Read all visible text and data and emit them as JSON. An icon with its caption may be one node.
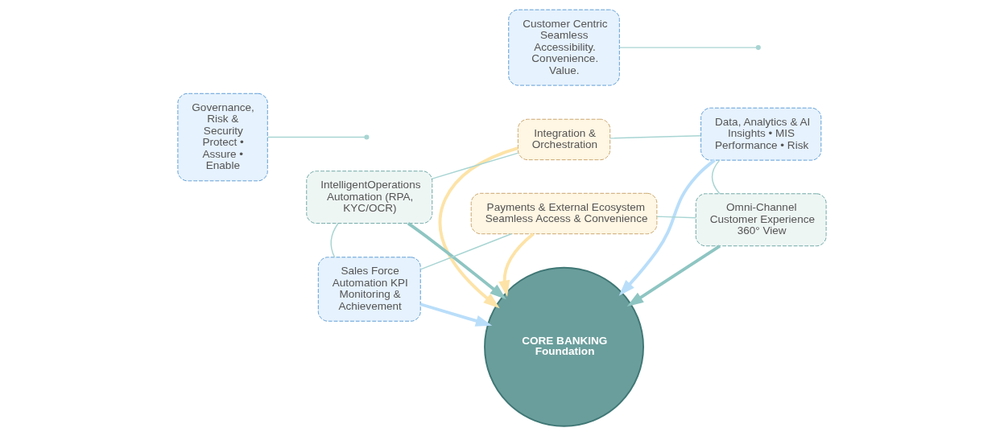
{
  "diagram": {
    "nodes": [
      {
        "text": [
          "Integration & Orchestration"
        ]
      },
      {
        "text": [
          "IntelligentOperations Automation (RPA, KYC/OCR)"
        ]
      },
      {
        "text": [
          "Data, Analytics & AI Insights • MIS Performance • Risk"
        ]
      },
      {
        "text": [
          "Governance, Risk & Security",
          "Protect • Assure • Enable"
        ]
      },
      {
        "text": [
          "CORE BANKING Foundation"
        ]
      },
      {
        "text": [
          "Customer Centric",
          "Seamless Accessibility. Convenience. Value."
        ]
      },
      {
        "text": [
          "Sales Force Automation KPI Monitoring & Achievement"
        ]
      },
      {
        "text": [
          "Omni-Channel Customer Experience 360° View"
        ]
      },
      {
        "text": [
          "Payments & External Ecosystem Seamless Access & Convenience"
        ]
      }
    ],
    "edges": [
      {
        "from": 1,
        "to": 0,
        "arrow": "none"
      },
      {
        "from": 0,
        "to": 2,
        "arrow": "none"
      },
      {
        "from": 1,
        "to": 6,
        "arrow": "none"
      },
      {
        "from": 2,
        "to": 7,
        "arrow": "none"
      },
      {
        "from": 6,
        "to": 8,
        "arrow": "none"
      },
      {
        "from": 8,
        "to": 7,
        "arrow": "none"
      },
      {
        "from": 3,
        "to": null,
        "arrow": "other"
      },
      {
        "from": 5,
        "to": null,
        "arrow": "other"
      },
      {
        "from": 0,
        "to": 4,
        "arrow": "to",
        "style": "thick",
        "color": "#fde3a7"
      },
      {
        "from": 1,
        "to": 4,
        "arrow": "to",
        "style": "thick",
        "color": "#8ec5c2"
      },
      {
        "from": 2,
        "to": 4,
        "arrow": "to",
        "style": "thick",
        "color": "#b9defa"
      },
      {
        "from": 6,
        "to": 4,
        "arrow": "to",
        "style": "thick",
        "color": "#b9defa"
      },
      {
        "from": 7,
        "to": 4,
        "arrow": "to",
        "style": "thick",
        "color": "#8ec5c2"
      },
      {
        "from": 8,
        "to": 4,
        "arrow": "to",
        "style": "thick",
        "color": "#fde3a7"
      }
    ]
  }
}
